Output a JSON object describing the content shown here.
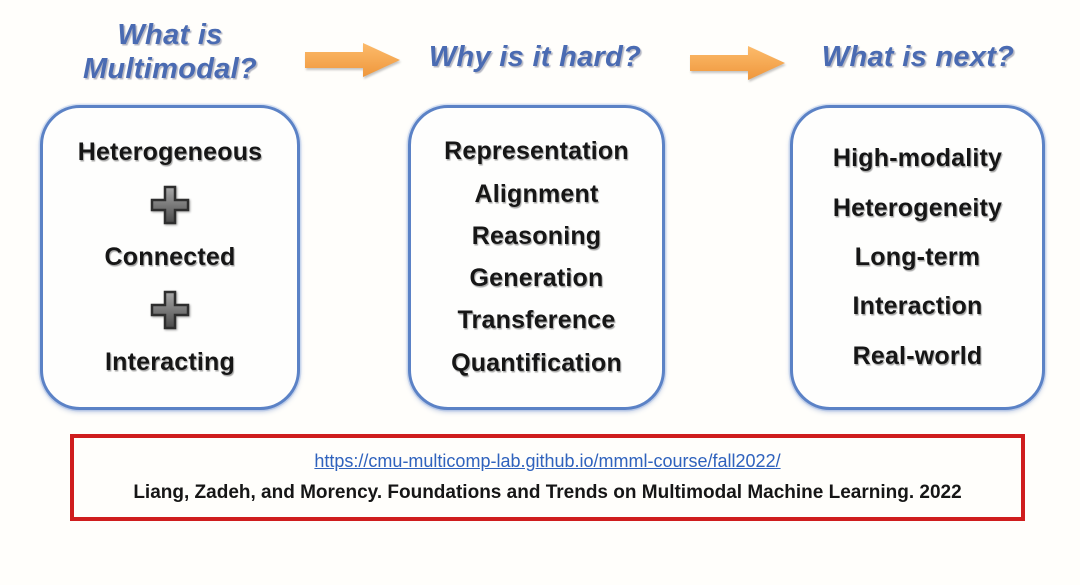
{
  "slide": {
    "headers": [
      {
        "label": "What is\nMultimodal?"
      },
      {
        "label": "Why is it hard?"
      },
      {
        "label": "What is next?"
      }
    ],
    "definition_box": {
      "items": [
        "Heterogeneous",
        "Connected",
        "Interacting"
      ],
      "separator_icon": "plus-icon"
    },
    "challenges_box": {
      "items": [
        "Representation",
        "Alignment",
        "Reasoning",
        "Generation",
        "Transference",
        "Quantification"
      ]
    },
    "future_box": {
      "items": [
        "High-modality",
        "Heterogeneity",
        "Long-term",
        "Interaction",
        "Real-world"
      ]
    },
    "footer": {
      "link": "https://cmu-multicomp-lab.github.io/mmml-course/fall2022/",
      "citation": "Liang, Zadeh, and Morency. Foundations and Trends on Multimodal Machine Learning. 2022"
    },
    "colors": {
      "header_blue": "#4a6bb2",
      "box_border_blue": "#5b82c6",
      "arrow_orange": "#f7a44c",
      "footer_border_red": "#cf1d1d",
      "link_blue": "#2f62bd",
      "text_black": "#161616",
      "plus_gray": "#6e6e6e"
    }
  }
}
